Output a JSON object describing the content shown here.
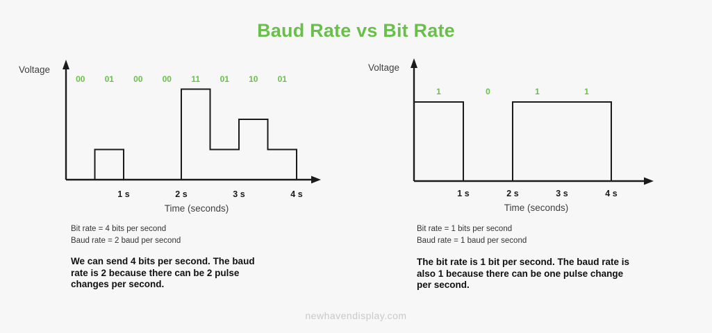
{
  "title": "Baud Rate vs Bit Rate",
  "watermark": "newhavendisplay.com",
  "colors": {
    "accent_green": "#6abf4b",
    "line_black": "#1b1b1b",
    "label_gray": "#3f3f3f",
    "watermark_gray": "#c9c9c9",
    "background": "#f7f7f8"
  },
  "left_chart": {
    "y_axis_label": "Voltage",
    "x_axis_label": "Time (seconds)",
    "symbol_duration_s": 0.5,
    "symbols": [
      {
        "bits": "00",
        "level": 0
      },
      {
        "bits": "01",
        "level": 1
      },
      {
        "bits": "00",
        "level": 0
      },
      {
        "bits": "00",
        "level": 0
      },
      {
        "bits": "11",
        "level": 3
      },
      {
        "bits": "01",
        "level": 1
      },
      {
        "bits": "10",
        "level": 2
      },
      {
        "bits": "01",
        "level": 1
      }
    ],
    "tick_labels": [
      "1 s",
      "2 s",
      "3 s",
      "4 s"
    ],
    "stats": [
      "Bit rate = 4 bits per second",
      "Baud rate = 2 baud per second"
    ],
    "description": "We can send 4 bits per second. The baud rate is 2 because there can be 2 pulse changes per second."
  },
  "right_chart": {
    "y_axis_label": "Voltage",
    "x_axis_label": "Time (seconds)",
    "symbol_duration_s": 1,
    "symbols": [
      {
        "bits": "1",
        "level": 1
      },
      {
        "bits": "0",
        "level": 0
      },
      {
        "bits": "1",
        "level": 1
      },
      {
        "bits": "1",
        "level": 1
      }
    ],
    "tick_labels": [
      "1 s",
      "2 s",
      "3 s",
      "4 s"
    ],
    "stats": [
      "Bit rate = 1 bits per second",
      "Baud rate = 1 baud per second"
    ],
    "description": "The bit rate is 1 bit per second. The baud rate is also 1 because there can be one pulse change per second."
  }
}
